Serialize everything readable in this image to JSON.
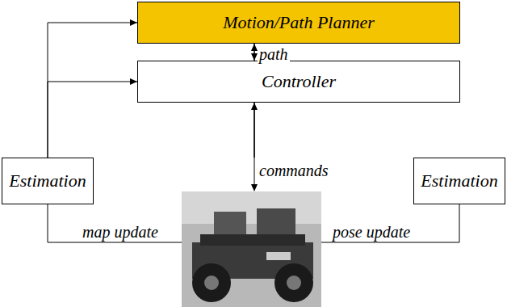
{
  "diagram": {
    "nodes": [
      {
        "text": [
          "Motion/Path Planner"
        ]
      },
      {
        "text": [
          "Controller"
        ]
      },
      {
        "text": [
          "Estimation"
        ]
      },
      {
        "text": [
          "Estimation"
        ]
      }
    ],
    "edges": [
      {
        "from": 0,
        "to": 1,
        "arrow": "to"
      },
      {
        "from": 2,
        "to": 0,
        "arrow": "to"
      },
      {
        "from": 2,
        "to": 1,
        "arrow": "to"
      },
      {
        "from": 3,
        "to": 0,
        "arrow": "to"
      },
      {
        "from": 3,
        "to": 1,
        "arrow": "to"
      }
    ],
    "labels": [
      "path",
      "commands",
      "map update",
      "pose update"
    ]
  }
}
